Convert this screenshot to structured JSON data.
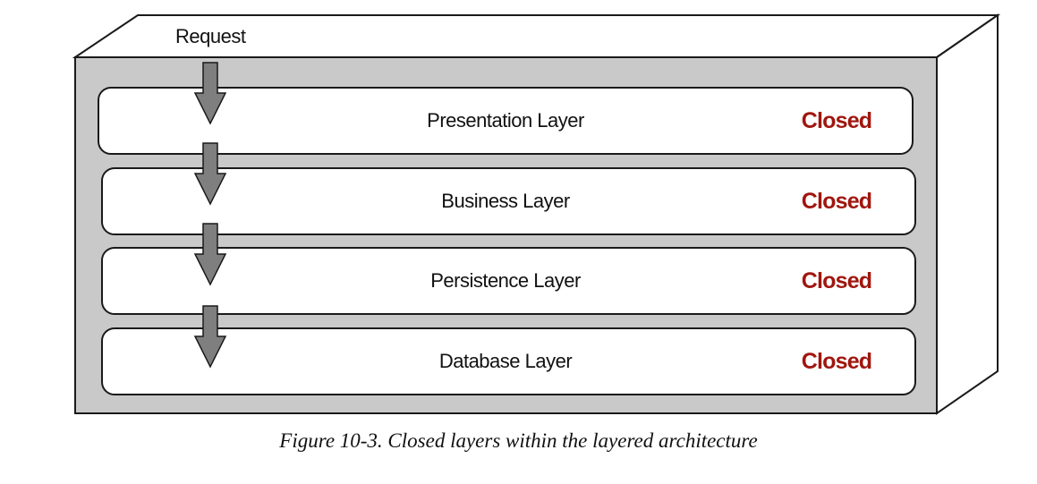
{
  "diagram": {
    "request_label": "Request",
    "layers": [
      {
        "name": "Presentation Layer",
        "status": "Closed"
      },
      {
        "name": "Business Layer",
        "status": "Closed"
      },
      {
        "name": "Persistence Layer",
        "status": "Closed"
      },
      {
        "name": "Database Layer",
        "status": "Closed"
      }
    ],
    "colors": {
      "container_face": "#c9c9c9",
      "layer_fill": "#ffffff",
      "arrow_fill": "#7f7f7f",
      "status_text": "#a0160e",
      "outline": "#1a1a1a"
    }
  },
  "caption": "Figure 10-3. Closed layers within the layered architecture"
}
